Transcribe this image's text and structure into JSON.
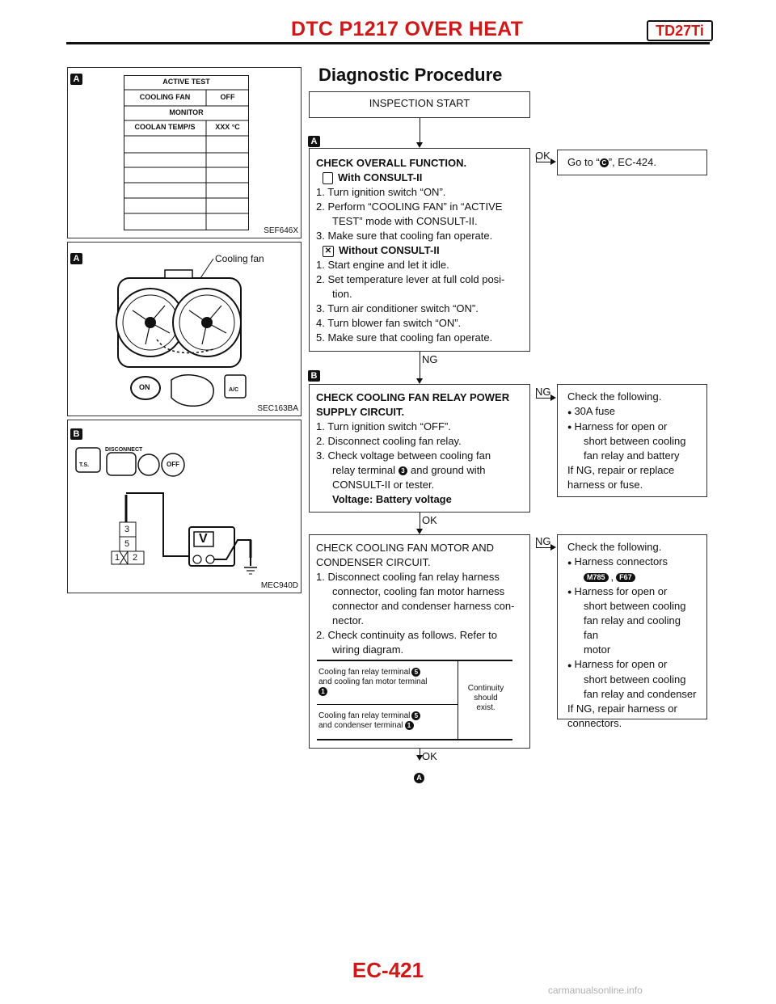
{
  "header": {
    "title": "DTC P1217 OVER HEAT",
    "model": "TD27Ti"
  },
  "page_number": "EC-421",
  "footer_watermark": "carmanualsonline.info",
  "section_title": "Diagnostic Procedure",
  "figures": {
    "fig1": {
      "tag": "A",
      "code": "SEF646X",
      "table": {
        "row1": "ACTIVE TEST",
        "row2a": "COOLING FAN",
        "row2b": "OFF",
        "row3": "MONITOR",
        "row4a": "COOLAN TEMP/S",
        "row4b": "XXX °C"
      }
    },
    "fig2": {
      "tag": "A",
      "code": "SEC163BA",
      "callout": "Cooling fan",
      "ac_label": "A/C",
      "key_label": "ON"
    },
    "fig3": {
      "tag": "B",
      "code": "MEC940D",
      "disconnect": "DISCONNECT",
      "ts": "T.S.",
      "off": "OFF",
      "meter": "V",
      "pins": [
        "3",
        "5",
        "1",
        "2"
      ]
    }
  },
  "flow": {
    "start": "INSPECTION START",
    "tagA": "A",
    "tagB": "B",
    "step1": {
      "title": "CHECK OVERALL FUNCTION.",
      "with": "With CONSULT-II",
      "with_steps": [
        "1. Turn ignition switch “ON”.",
        "2. Perform “COOLING FAN” in “ACTIVE",
        "TEST” mode with CONSULT-II.",
        "3. Make sure that cooling fan operate."
      ],
      "without": "Without CONSULT-II",
      "without_steps": [
        "1. Start engine and let it idle.",
        "2. Set temperature lever at full cold posi-",
        "tion.",
        "3. Turn air conditioner switch “ON”.",
        "4. Turn blower fan switch “ON”.",
        "5. Make sure that cooling fan operate."
      ],
      "ok_label": "OK",
      "ok_text_pre": "Go to “",
      "ok_ref": "C",
      "ok_text_post": "”, EC-424.",
      "ng_label": "NG"
    },
    "step2": {
      "title1": "CHECK COOLING FAN RELAY POWER",
      "title2": "SUPPLY CIRCUIT.",
      "lines": [
        "1. Turn ignition switch “OFF”.",
        "2. Disconnect cooling fan relay.",
        "3. Check voltage between cooling fan"
      ],
      "line_relay_pre": "relay terminal",
      "line_relay_term": "3",
      "line_relay_post": "and ground with",
      "line_consult": "CONSULT-II or tester.",
      "voltage": "Voltage: Battery voltage",
      "ng_label": "NG",
      "ng_box": {
        "head": "Check the following.",
        "b1": "30A fuse",
        "b2": "Harness for open or",
        "b2a": "short between cooling",
        "b2b": "fan relay and battery",
        "tail1": "If NG, repair or replace",
        "tail2": "harness or fuse."
      },
      "ok_label": "OK"
    },
    "step3": {
      "title1": "CHECK COOLING FAN MOTOR AND",
      "title2": "CONDENSER CIRCUIT.",
      "l1": "1. Disconnect cooling fan relay harness",
      "l1a": "connector, cooling fan motor harness",
      "l1b": "connector and condenser harness con-",
      "l1c": "nector.",
      "l2": "2. Check continuity as follows. Refer to",
      "l2a": "wiring diagram.",
      "table": {
        "r1a": "Cooling fan relay terminal",
        "r1t": "5",
        "r1b": "and cooling fan motor terminal",
        "r1t2": "1",
        "r2a": "Cooling fan relay terminal",
        "r2t": "5",
        "r2b": "and condenser terminal",
        "r2t2": "1",
        "result1": "Continuity",
        "result2": "should",
        "result3": "exist."
      },
      "ng_label": "NG",
      "ng_box": {
        "head": "Check the following.",
        "b1": "Harness connectors",
        "c1": "M785",
        "comma": ",",
        "c2": "F67",
        "b2": "Harness for open or",
        "b2a": "short between cooling",
        "b2b": "fan relay and cooling fan",
        "b2c": "motor",
        "b3": "Harness for open or",
        "b3a": "short between cooling",
        "b3b": "fan relay and condenser",
        "tail1": "If NG, repair harness or",
        "tail2": "connectors."
      },
      "ok_label": "OK",
      "next": "A"
    }
  }
}
